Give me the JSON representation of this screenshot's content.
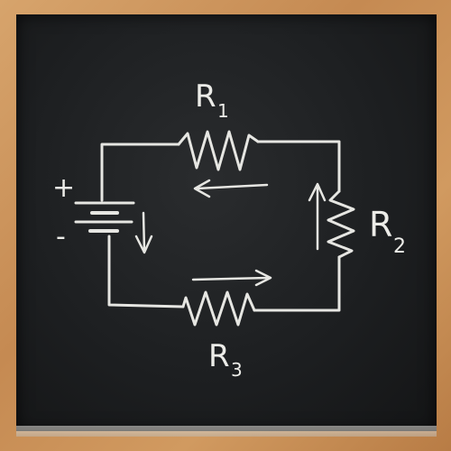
{
  "board": {
    "chalk_color": "#e6e6e2",
    "board_color": "#1d1f21",
    "frame_color": "#c9925a"
  },
  "labels": {
    "r1": {
      "letter": "R",
      "sub": "1"
    },
    "r2": {
      "letter": "R",
      "sub": "2"
    },
    "r3": {
      "letter": "R",
      "sub": "3"
    },
    "plus": "+",
    "minus": "-"
  }
}
